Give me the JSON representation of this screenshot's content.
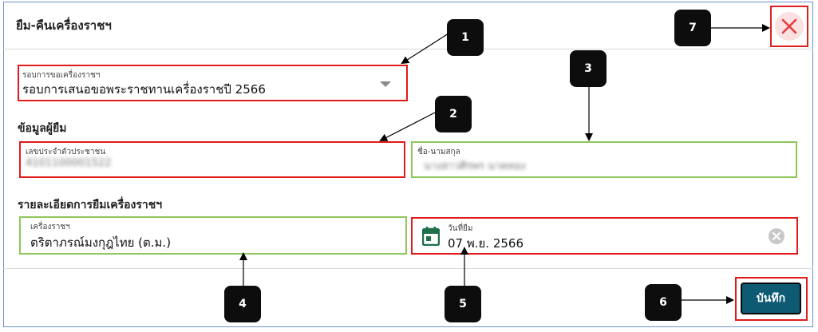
{
  "dialog": {
    "title": "ยืม-คืนเครื่องราชฯ"
  },
  "round_field": {
    "label": "รอบการขอเครื่องราชฯ",
    "value": "รอบการเสนอขอพระราชทานเครื่องราชปี 2566",
    "icon": "caret-down-icon"
  },
  "borrower_section": {
    "title": "ข้อมูลผู้ยืม",
    "id_label": "เลขประจำตัวประชาชน",
    "id_value": "4101100001522",
    "name_label": "ชื่อ-นามสกุล",
    "name_value": "นางสาวศิรพร นาคทอง"
  },
  "details_section": {
    "title": "รายละเอียดการยืมเครื่องราชฯ",
    "decoration_label": "เครื่องราชฯ",
    "decoration_value": "ตริตาภรณ์มงกุฎไทย (ต.ม.)",
    "date_label": "วันที่ยืม",
    "date_value": "07 พ.ย. 2566",
    "date_icon": "calendar-icon",
    "clear_icon": "clear-circle-icon"
  },
  "buttons": {
    "save_label": "บันทึก",
    "close_icon": "close-icon"
  },
  "callouts": [
    "1",
    "2",
    "3",
    "4",
    "5",
    "6",
    "7"
  ],
  "colors": {
    "highlight_red": "#e01b1b",
    "highlight_green": "#8fc75a",
    "save_button": "#0e5a73",
    "calendar_icon": "#1f6f4a"
  }
}
